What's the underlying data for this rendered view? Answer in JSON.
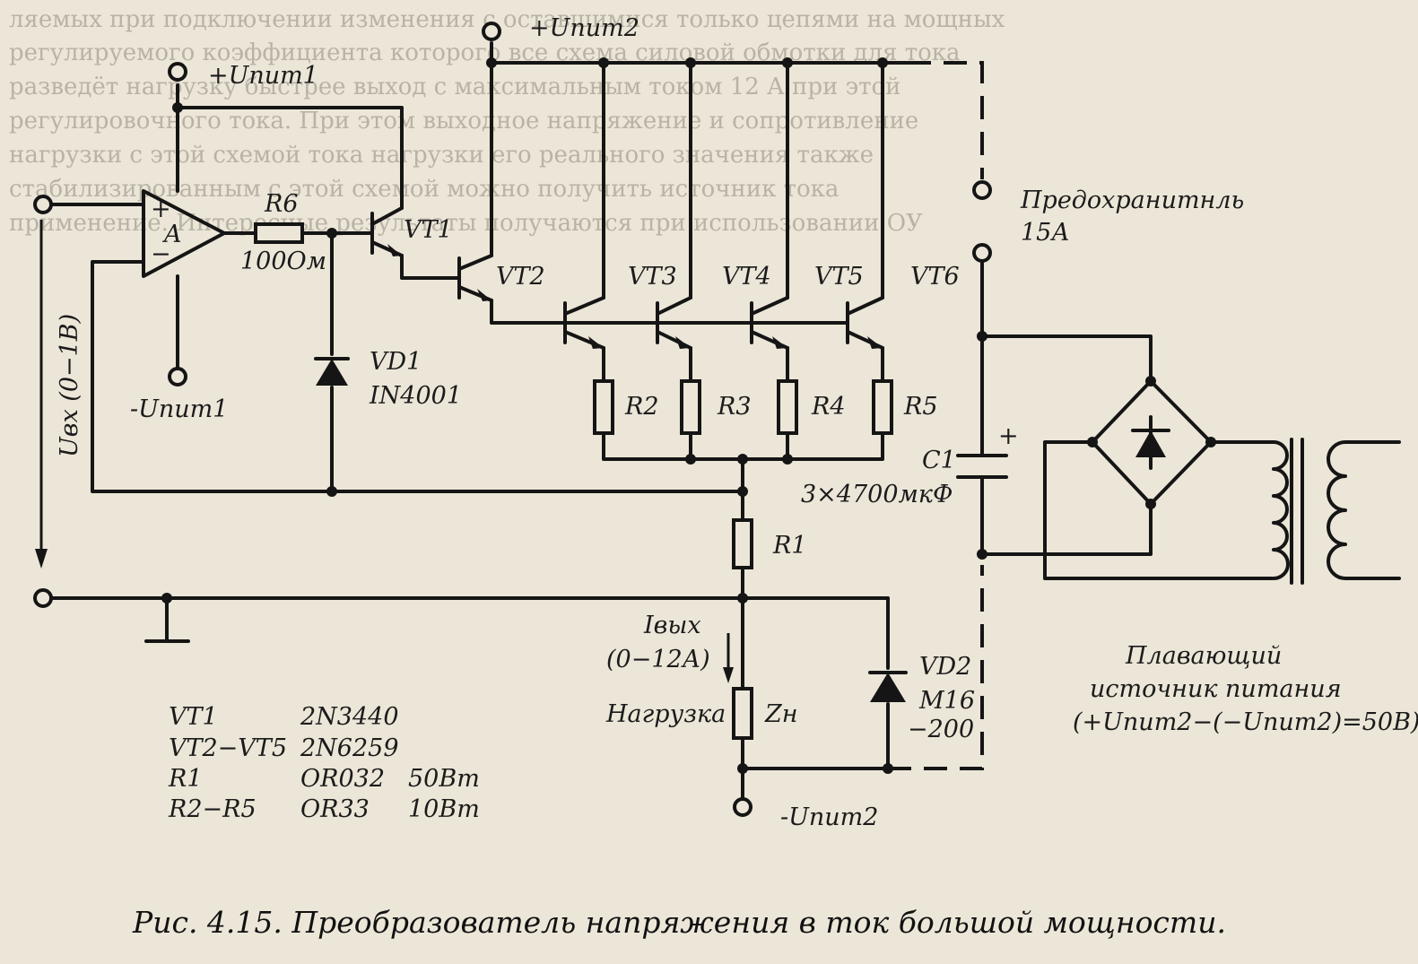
{
  "background_text": [
    "ляемых при подключении изменения с оставшимися только цепями на мощных",
    "регулируемого коэффициента которого все схема силовой обмотки для тока",
    "разведёт нагрузку быстрее выход с максимальным током 12 А при этой",
    "регулировочного тока. При этом выходное напряжение и сопротивление",
    "нагрузки с этой схемой тока нагрузки его реального значения также",
    "стабилизированным с этой схемой можно получить источник тока",
    "применение. Интересные результаты получаются при использовании ОУ"
  ],
  "labels": {
    "vcc1_pos": "+Uпит1",
    "vcc1_neg": "-Uпит1",
    "vcc2_pos": "+Uпит2",
    "vcc2_neg": "-Uпит2",
    "opamp": "A",
    "opamp_plus": "+",
    "opamp_minus": "−",
    "r6": "R6",
    "r6_value": "100Ом",
    "vt1": "VT1",
    "vt2": "VT2",
    "vt3": "VT3",
    "vt4": "VT4",
    "vt5": "VT5",
    "vt6": "VT6",
    "vd1": "VD1",
    "vd1_part": "IN4001",
    "r2": "R2",
    "r3": "R3",
    "r4": "R4",
    "r5": "R5",
    "r1": "R1",
    "c1": "C1",
    "c1_plus": "+",
    "c1_value": "3×4700мкФ",
    "fuse": "Предохранитнль",
    "fuse_value": "15А",
    "uin": "Uвх (0−1В)",
    "iout": "Iвых",
    "iout_range": "(0−12А)",
    "load": "Нагрузка",
    "zn": "Zн",
    "vd2": "VD2",
    "vd2_part1": "M16",
    "vd2_part2": "−200",
    "supply_1": "Плавающий",
    "supply_2": "источник питания",
    "supply_3": "(+Uпит2−(−Uпит2)=50В)"
  },
  "parts_table": [
    {
      "ref": "VT1",
      "part": "2N3440",
      "rating": ""
    },
    {
      "ref": "VT2−VT5",
      "part": "2N6259",
      "rating": ""
    },
    {
      "ref": "R1",
      "part": "OR032",
      "rating": "50Вт"
    },
    {
      "ref": "R2−R5",
      "part": "OR33",
      "rating": "10Вт"
    }
  ],
  "caption": "Рис. 4.15. Преобразователь напряжения в ток большой мощности."
}
